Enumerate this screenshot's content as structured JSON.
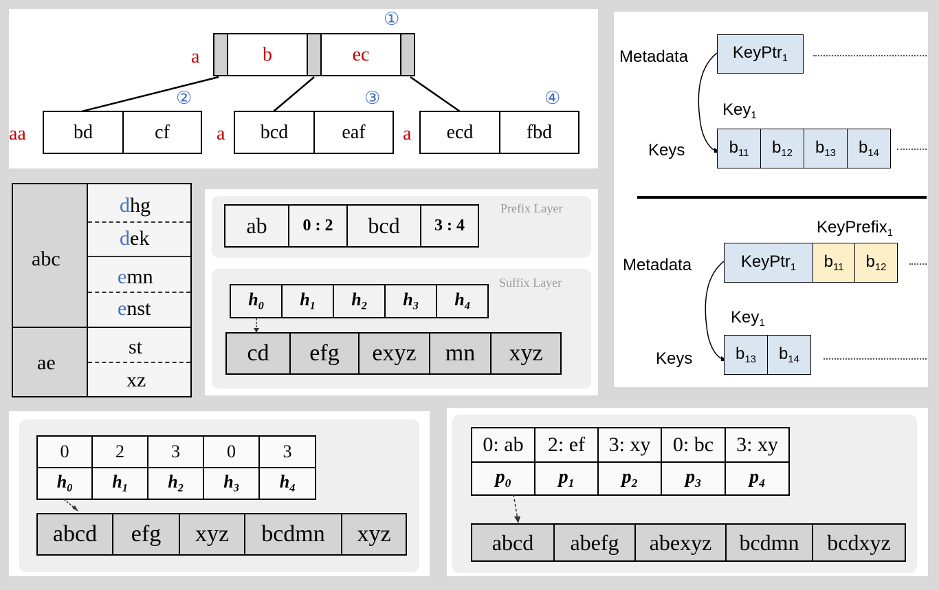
{
  "btree": {
    "root": {
      "prefix": "a",
      "keys": [
        "b",
        "ec"
      ],
      "marker": "①"
    },
    "children": [
      {
        "prefix": "aa",
        "keys": [
          "bd",
          "cf"
        ],
        "marker": "②"
      },
      {
        "prefix": "a",
        "keys": [
          "bcd",
          "eaf"
        ],
        "marker": "③"
      },
      {
        "prefix": "a",
        "keys": [
          "ecd",
          "fbd"
        ],
        "marker": "④"
      }
    ]
  },
  "trie": {
    "groups": [
      {
        "prefix": "abc",
        "items": [
          {
            "first": "d",
            "rest": "hg"
          },
          {
            "first": "d",
            "rest": "ek"
          },
          {
            "first": "e",
            "rest": "mn"
          },
          {
            "first": "e",
            "rest": "nst"
          }
        ]
      },
      {
        "prefix": "ae",
        "items": [
          {
            "first": "",
            "rest": "st"
          },
          {
            "first": "",
            "rest": "xz"
          }
        ]
      }
    ]
  },
  "layered": {
    "prefix_title": "Prefix Layer",
    "prefix_cells": [
      "ab",
      "0 : 2",
      "bcd",
      "3 : 4"
    ],
    "suffix_title": "Suffix Layer",
    "heads": [
      "h",
      "h",
      "h",
      "h",
      "h"
    ],
    "head_subs": [
      "0",
      "1",
      "2",
      "3",
      "4"
    ],
    "suffix_cells": [
      "cd",
      "efg",
      "exyz",
      "mn",
      "xyz"
    ]
  },
  "metadata": {
    "top": {
      "meta_label": "Metadata",
      "keyptr": "KeyPtr",
      "keyptr_sub": "1",
      "key_label": "Key",
      "key_sub": "1",
      "keys_label": "Keys",
      "bytes": [
        {
          "b": "b",
          "s": "11"
        },
        {
          "b": "b",
          "s": "12"
        },
        {
          "b": "b",
          "s": "13"
        },
        {
          "b": "b",
          "s": "14"
        }
      ]
    },
    "bottom": {
      "keyprefix_label": "KeyPrefix",
      "keyprefix_sub": "1",
      "meta_label": "Metadata",
      "keyptr": "KeyPtr",
      "keyptr_sub": "1",
      "prefix_bytes": [
        {
          "b": "b",
          "s": "11"
        },
        {
          "b": "b",
          "s": "12"
        }
      ],
      "key_label": "Key",
      "key_sub": "1",
      "keys_label": "Keys",
      "bytes": [
        {
          "b": "b",
          "s": "13"
        },
        {
          "b": "b",
          "s": "14"
        }
      ]
    }
  },
  "offsets": {
    "nums": [
      "0",
      "2",
      "3",
      "0",
      "3"
    ],
    "heads": [
      "h",
      "h",
      "h",
      "h",
      "h"
    ],
    "head_subs": [
      "0",
      "1",
      "2",
      "3",
      "4"
    ],
    "cells": [
      "abcd",
      "efg",
      "xyz",
      "bcdmn",
      "xyz"
    ]
  },
  "pointers": {
    "labels": [
      "0: ab",
      "2: ef",
      "3: xy",
      "0: bc",
      "3: xy"
    ],
    "heads": [
      "p",
      "p",
      "p",
      "p",
      "p"
    ],
    "head_subs": [
      "0",
      "1",
      "2",
      "3",
      "4"
    ],
    "cells": [
      "abcd",
      "abefg",
      "abexyz",
      "bcdmn",
      "bcdxyz"
    ]
  }
}
